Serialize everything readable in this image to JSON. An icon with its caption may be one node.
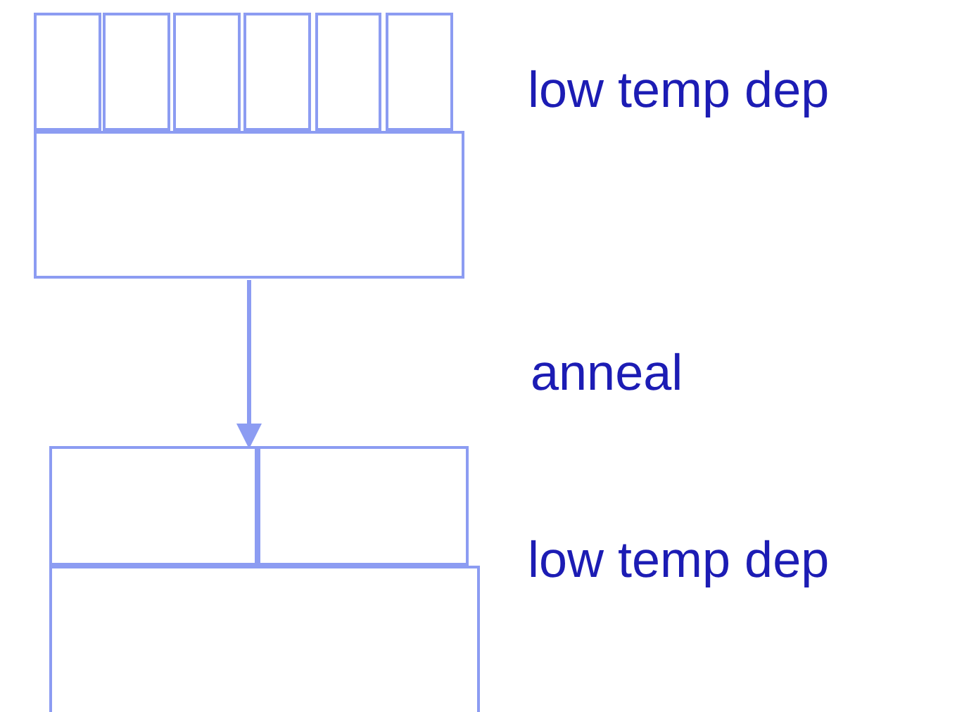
{
  "diagram": {
    "nodes": [
      {
        "text": [],
        "shape": "box"
      },
      {
        "text": [],
        "shape": "box"
      },
      {
        "text": [],
        "shape": "box"
      },
      {
        "text": [],
        "shape": "box"
      },
      {
        "text": [],
        "shape": "box"
      },
      {
        "text": [],
        "shape": "box"
      },
      {
        "text": [],
        "shape": "box"
      },
      {
        "text": [],
        "shape": "box"
      },
      {
        "text": [],
        "shape": "box"
      },
      {
        "text": [],
        "shape": "box"
      }
    ],
    "edges": [
      {
        "from": 6,
        "to": 7,
        "arrow": "to"
      }
    ],
    "labels": [
      "low temp dep",
      "anneal",
      "low temp dep"
    ]
  }
}
